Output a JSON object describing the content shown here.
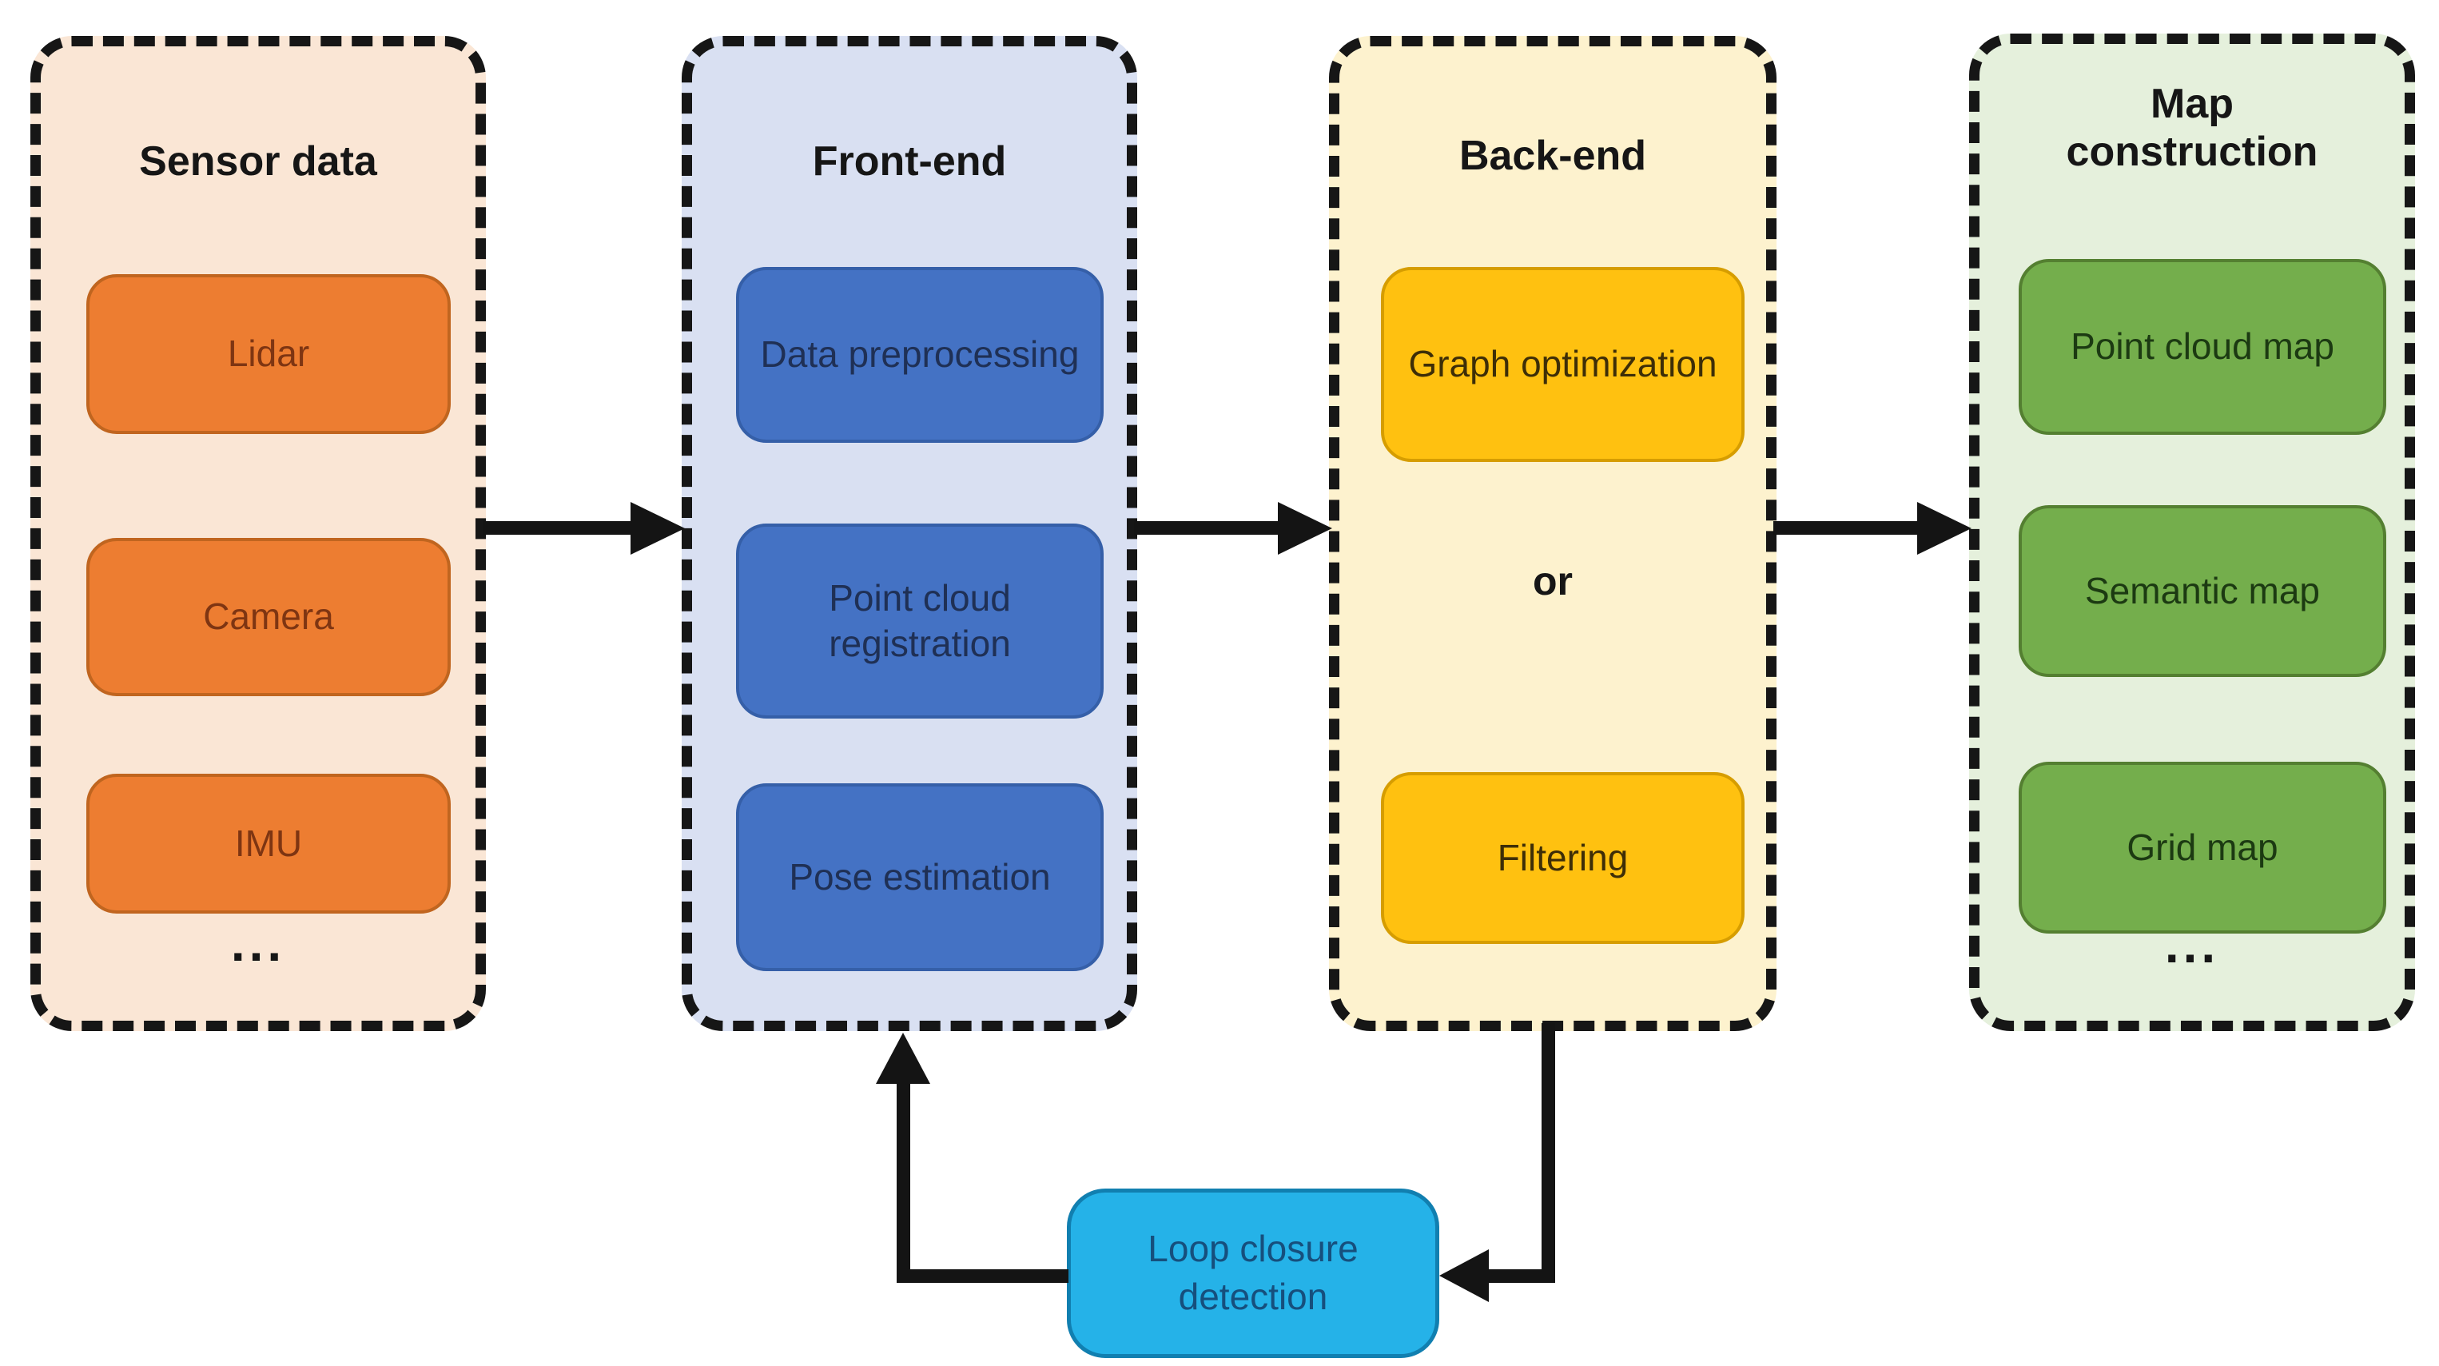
{
  "diagram": {
    "columns": [
      {
        "id": "sensor-data",
        "title": "Sensor data",
        "items": [
          "Lidar",
          "Camera",
          "IMU"
        ],
        "ellipsis": "..."
      },
      {
        "id": "front-end",
        "title": "Front-end",
        "items": [
          "Data preprocessing",
          "Point cloud registration",
          "Pose estimation"
        ]
      },
      {
        "id": "back-end",
        "title": "Back-end",
        "items": [
          "Graph optimization",
          "Filtering"
        ],
        "divider": "or"
      },
      {
        "id": "map-construction",
        "title": "Map construction",
        "items": [
          "Point cloud map",
          "Semantic map",
          "Grid map"
        ],
        "ellipsis": "..."
      }
    ],
    "loop_node": {
      "label": "Loop closure detection"
    },
    "connections": [
      {
        "from": "sensor-data",
        "to": "front-end"
      },
      {
        "from": "front-end",
        "to": "back-end"
      },
      {
        "from": "back-end",
        "to": "map-construction"
      },
      {
        "from": "back-end",
        "to": "loop-closure-detection"
      },
      {
        "from": "loop-closure-detection",
        "to": "front-end"
      }
    ],
    "palette": {
      "sensor_panel_bg": "#FAE6D5",
      "sensor_node": "#ED7D31",
      "front_panel_bg": "#D9E0F2",
      "front_node": "#4472C4",
      "back_panel_bg": "#FDF2CE",
      "back_node": "#FFC110",
      "map_panel_bg": "#E5F0DC",
      "map_node": "#74AE4C",
      "loop_node": "#25B2E8",
      "arrow": "#141414"
    }
  }
}
